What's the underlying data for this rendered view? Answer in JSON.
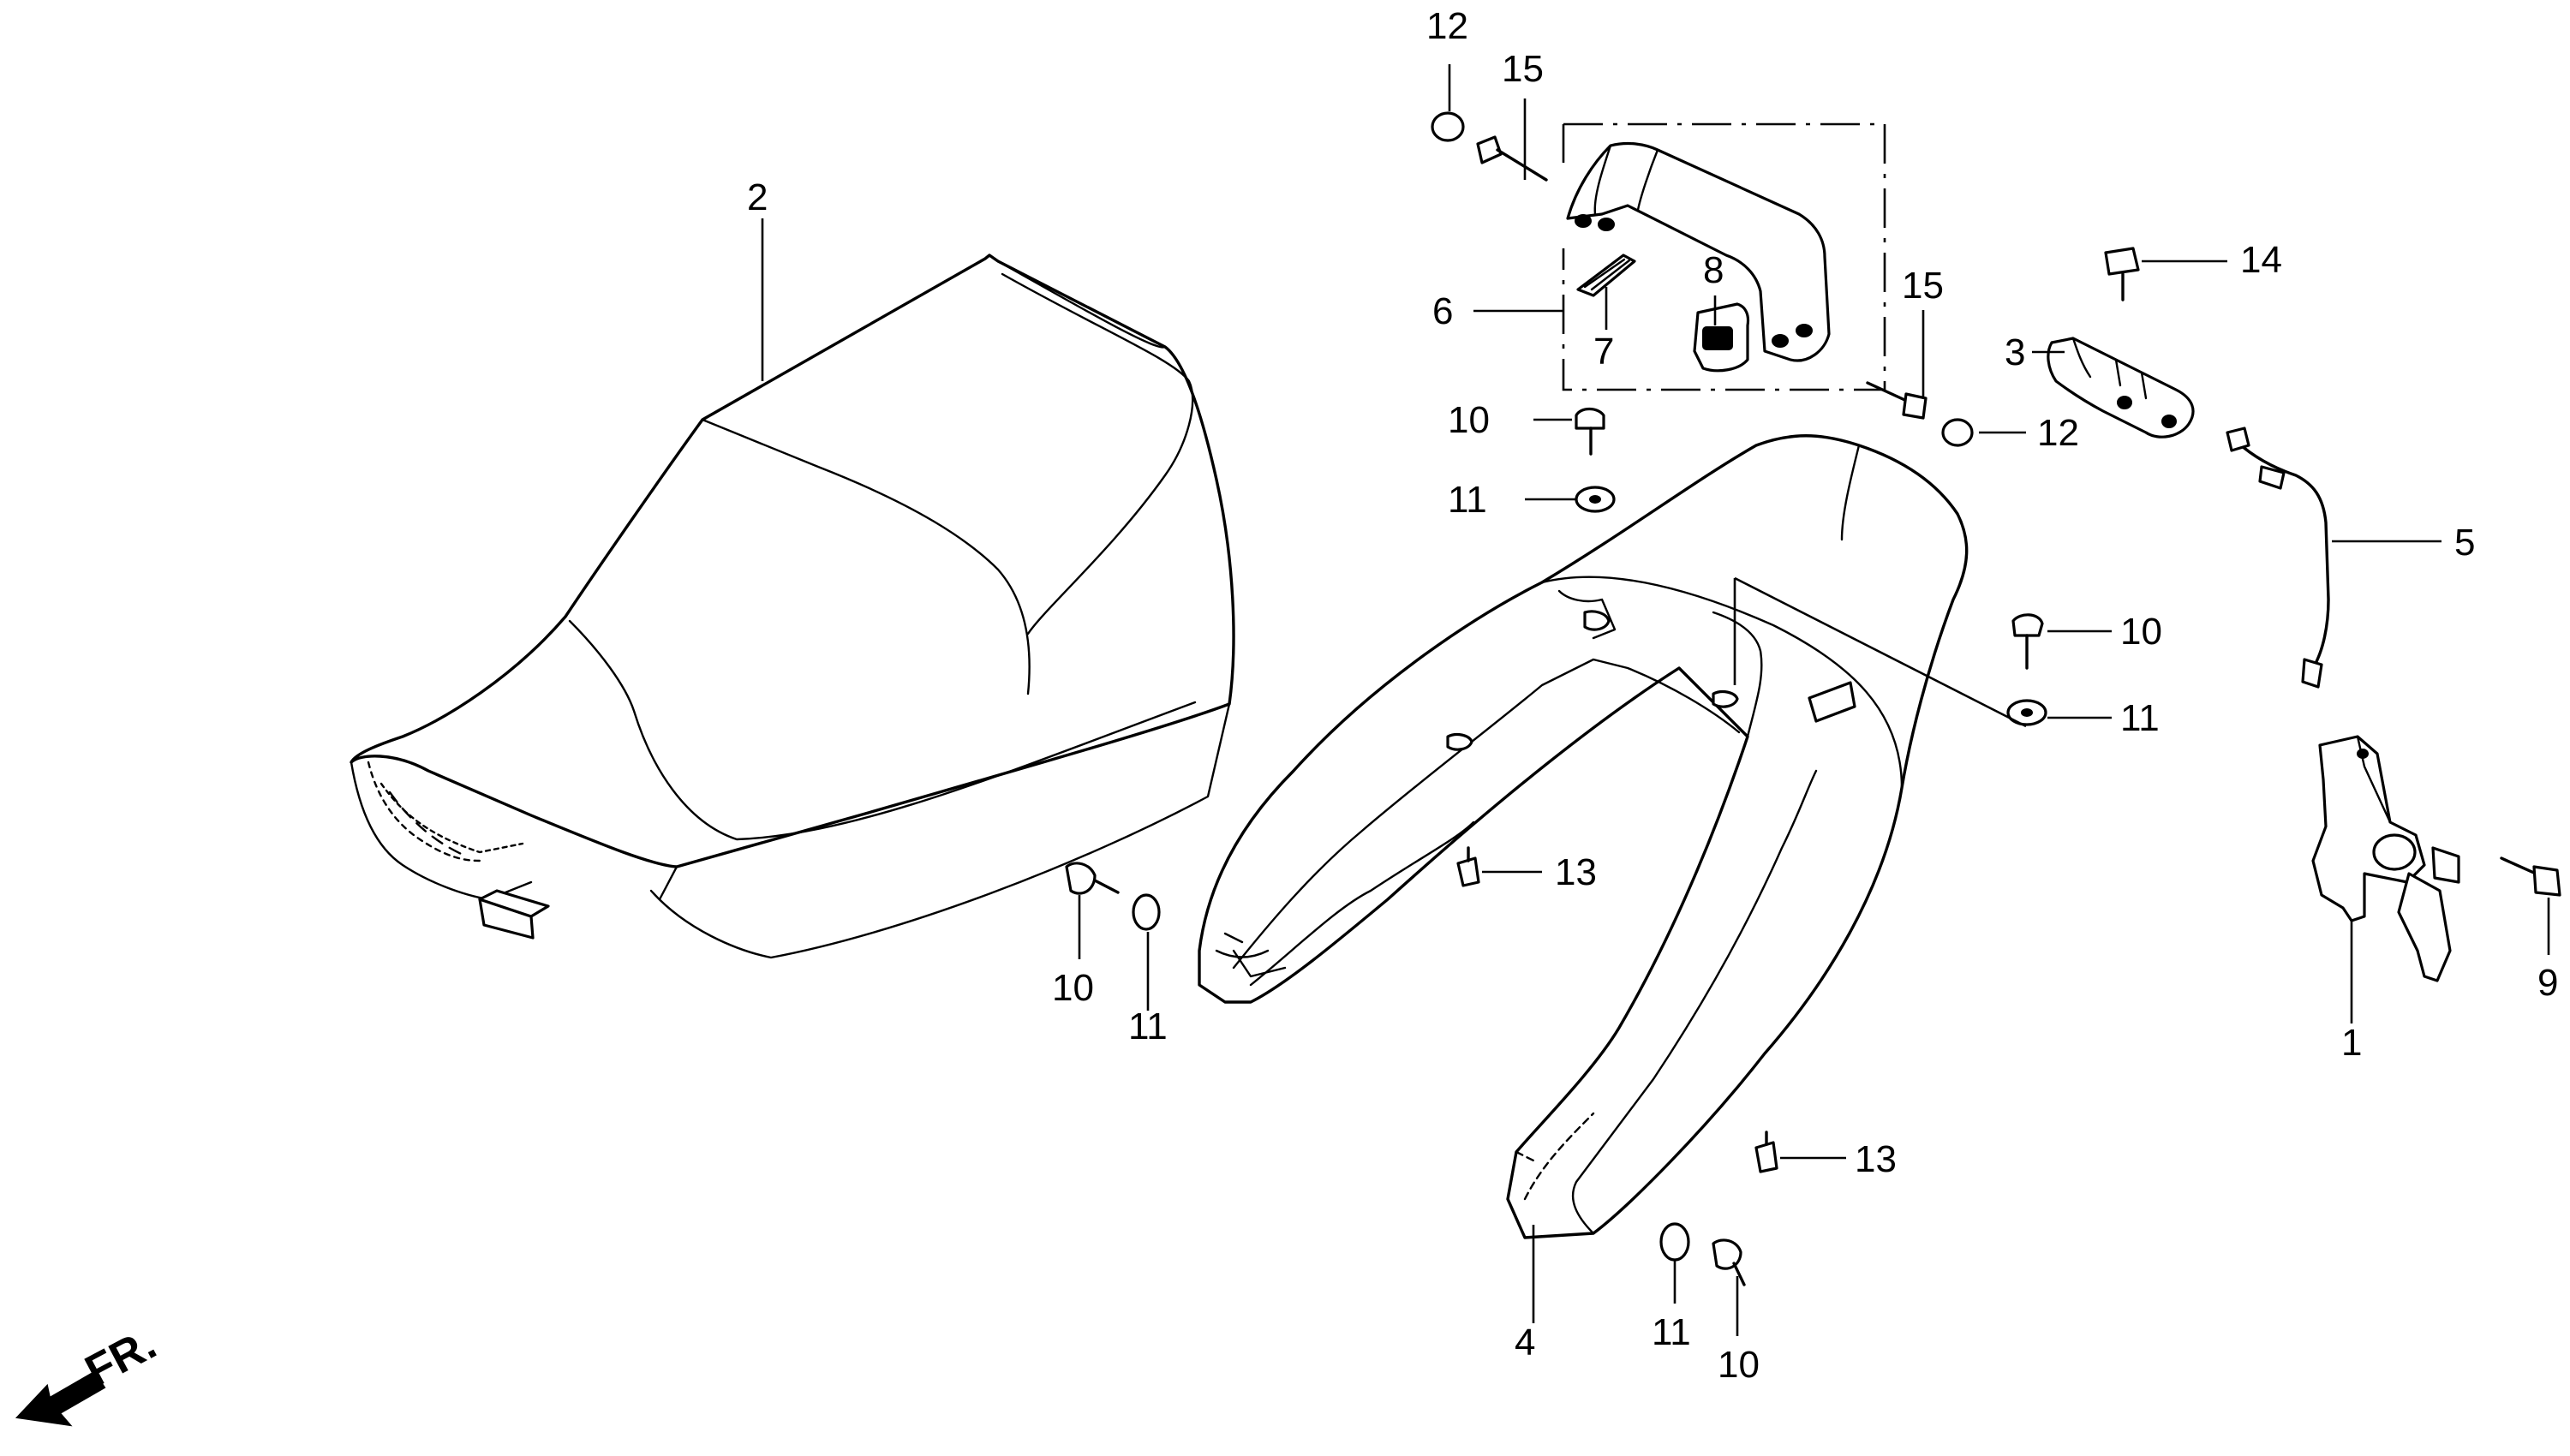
{
  "diagram": {
    "orientation_label": "FR.",
    "callouts": [
      {
        "id": "c2",
        "label": "2"
      },
      {
        "id": "c12a",
        "label": "12"
      },
      {
        "id": "c15a",
        "label": "15"
      },
      {
        "id": "c6",
        "label": "6"
      },
      {
        "id": "c7",
        "label": "7"
      },
      {
        "id": "c8",
        "label": "8"
      },
      {
        "id": "c15b",
        "label": "15"
      },
      {
        "id": "c14",
        "label": "14"
      },
      {
        "id": "c3",
        "label": "3"
      },
      {
        "id": "c12b",
        "label": "12"
      },
      {
        "id": "c10a",
        "label": "10"
      },
      {
        "id": "c11a",
        "label": "11"
      },
      {
        "id": "c5",
        "label": "5"
      },
      {
        "id": "c10b",
        "label": "10"
      },
      {
        "id": "c11b",
        "label": "11"
      },
      {
        "id": "c13a",
        "label": "13"
      },
      {
        "id": "c10c",
        "label": "10"
      },
      {
        "id": "c11c",
        "label": "11"
      },
      {
        "id": "c9",
        "label": "9"
      },
      {
        "id": "c1",
        "label": "1"
      },
      {
        "id": "c13b",
        "label": "13"
      },
      {
        "id": "c4",
        "label": "4"
      },
      {
        "id": "c11d",
        "label": "11"
      },
      {
        "id": "c10d",
        "label": "10"
      }
    ]
  }
}
